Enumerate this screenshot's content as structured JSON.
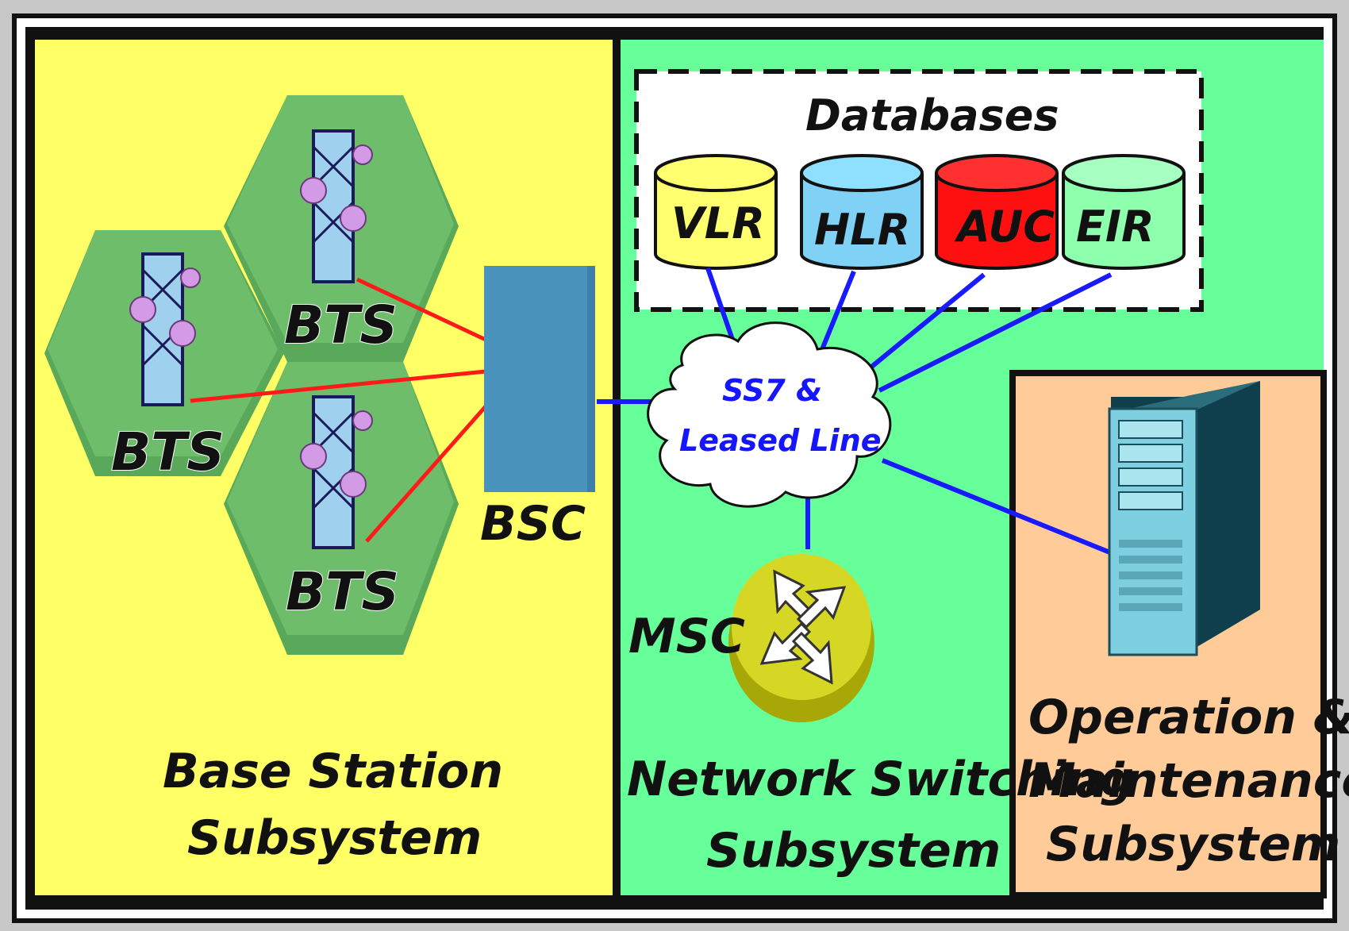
{
  "base_station": {
    "title_line1": "Base Station",
    "title_line2": "Subsystem",
    "bts_labels": [
      "BTS",
      "BTS",
      "BTS"
    ],
    "bsc_label": "BSC"
  },
  "network_switching": {
    "title_line1": "Network Switching",
    "title_line2": "Subsystem",
    "databases_title": "Databases",
    "databases": [
      "VLR",
      "HLR",
      "AUC",
      "EIR"
    ],
    "cloud_line1": "SS7 &",
    "cloud_line2": "Leased Line",
    "msc_label": "MSC"
  },
  "operation_maintenance": {
    "title_line1": "Operation &",
    "title_line2": "Maintenance",
    "title_line3": "Subsystem"
  },
  "colors": {
    "bss_bg": "#ffff66",
    "nss_bg": "#66ff99",
    "oms_bg": "#ffcc99",
    "hex": "#6dbd6b",
    "bsc": "#4a93bd",
    "vlr": "#ffff70",
    "hlr": "#7fd2f5",
    "auc": "#ff1010",
    "eir": "#8dffad",
    "red_link": "#ff1a1a",
    "blue_link": "#1a1aff"
  }
}
